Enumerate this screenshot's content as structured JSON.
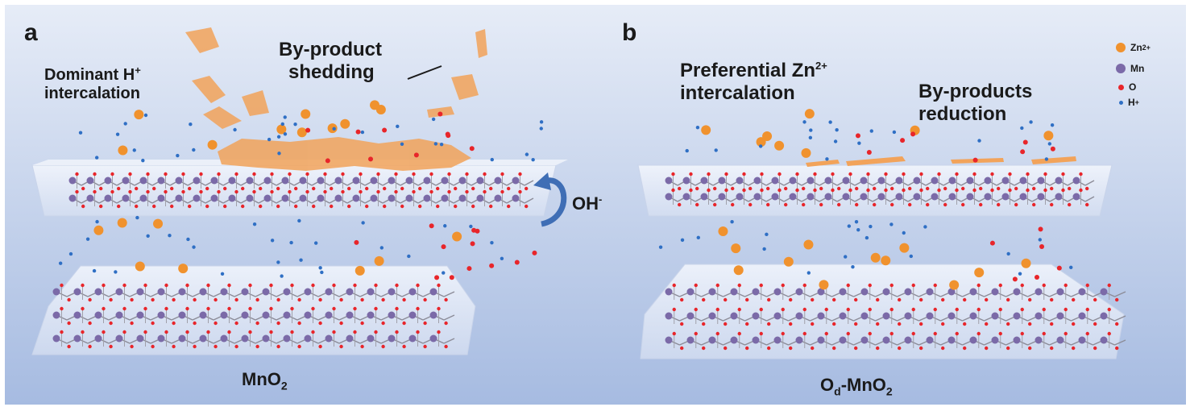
{
  "panel_a": {
    "letter": "a",
    "callout_left_line1": "Dominant H",
    "callout_left_sup": "+",
    "callout_left_line2": "intercalation",
    "callout_top_line1": "By-product",
    "callout_top_line2": "shedding",
    "ion_label": "OH",
    "ion_sup": "-",
    "material_main": "MnO",
    "material_sub": "2"
  },
  "panel_b": {
    "letter": "b",
    "callout_left_line1": "Preferential Zn",
    "callout_left_sup": "2+",
    "callout_left_line2": "intercalation",
    "callout_right_line1": "By-products",
    "callout_right_line2": "reduction",
    "material_pre": "O",
    "material_pre_sub": "d",
    "material_main": "-MnO",
    "material_sub": "2"
  },
  "legend": {
    "items": [
      {
        "label": "Zn",
        "sup": "2+",
        "color": "#f0922e"
      },
      {
        "label": "Mn",
        "sup": "",
        "color": "#7b6aa8"
      },
      {
        "label": "O",
        "sup": "",
        "color": "#e8252a"
      },
      {
        "label": "H",
        "sup": "+",
        "color": "#2f6fc4"
      }
    ]
  },
  "colors": {
    "background_top": "#e4eaf6",
    "background_bottom": "#a9bde2",
    "zn": "#f0922e",
    "mn": "#7b6aa8",
    "o": "#e8252a",
    "h": "#2f6fc4",
    "byproduct": "#f2a35a",
    "arrow": "#3f6eb5"
  }
}
